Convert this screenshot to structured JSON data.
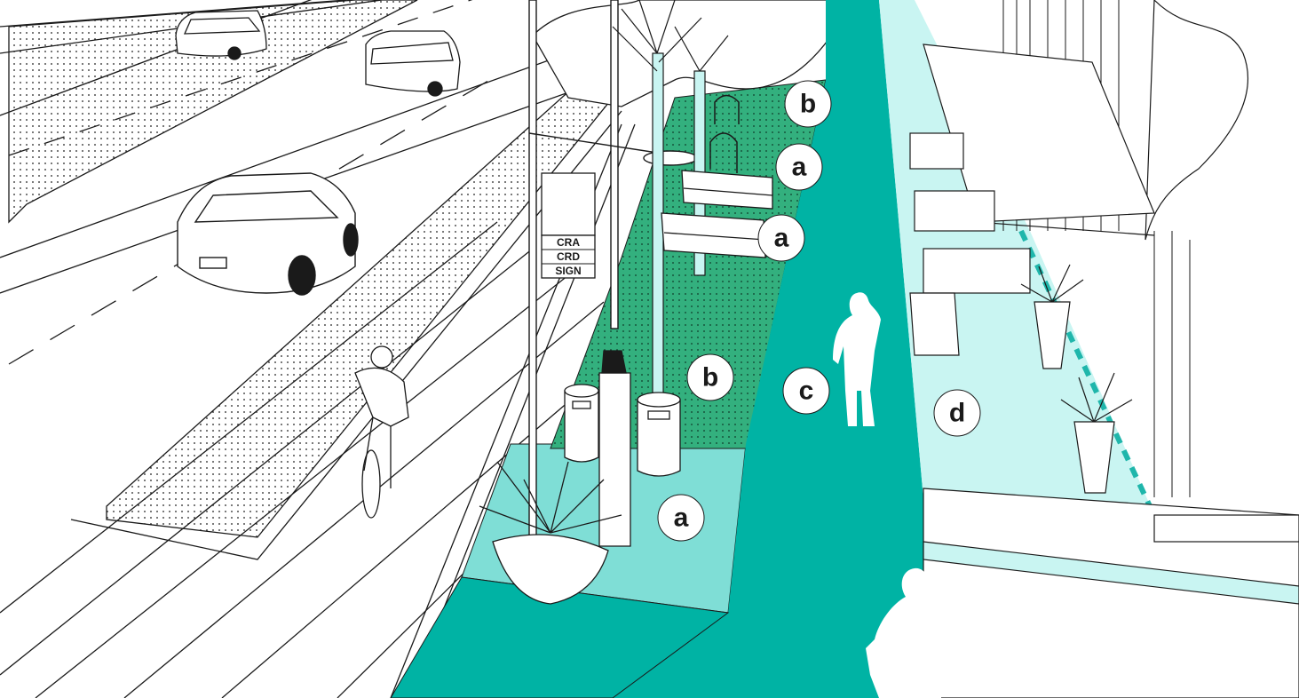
{
  "colors": {
    "walkway": "#00b3a4",
    "amenity_zone": "#7fded6",
    "furniture_zone": "#33b07e",
    "frontage_zone": "#c9f5f2",
    "curb_dash": "#1fb6ab",
    "line": "#1a1a1a"
  },
  "callouts": [
    {
      "id": "b1",
      "letter": "b"
    },
    {
      "id": "a1",
      "letter": "a"
    },
    {
      "id": "a2",
      "letter": "a"
    },
    {
      "id": "b2",
      "letter": "b"
    },
    {
      "id": "c1",
      "letter": "c"
    },
    {
      "id": "d1",
      "letter": "d"
    },
    {
      "id": "a3",
      "letter": "a"
    }
  ],
  "sign": {
    "lines": [
      "CRA",
      "CRD",
      "SIGN"
    ]
  },
  "objects": [
    "car",
    "car",
    "car",
    "cyclist",
    "pedestrian",
    "seated-person",
    "bench",
    "bench",
    "bike-rack",
    "trash-bin",
    "trash-bin",
    "parking-kiosk",
    "planter",
    "street-lamp",
    "cafe-awning",
    "sandwich-board",
    "potted-plant",
    "potted-plant"
  ]
}
